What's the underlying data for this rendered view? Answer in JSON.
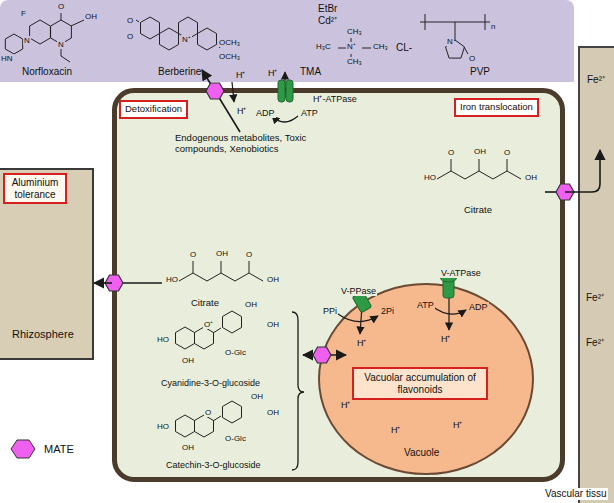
{
  "diagram": {
    "nodes": [
      {
        "text": [
          "Norfloxacin",
          "Berberine",
          "EtBr",
          "Cd²⁺",
          "TMA",
          "CL-",
          "PVP"
        ]
      },
      {
        "text": [
          "Endogenous metabolites, Toxic compounds, Xenobiotics"
        ]
      },
      {
        "text": [
          "Detoxification"
        ],
        "in": 1
      },
      {
        "text": [
          "Iron translocation"
        ],
        "in": 1
      },
      {
        "text": [
          "Vacuole"
        ],
        "in": 1
      },
      {
        "text": [
          "Vacuolar accumulation of flavonoids"
        ],
        "in": 4
      },
      {
        "text": [
          "Rhizosphere"
        ]
      },
      {
        "text": [
          "Aluminium tolerance"
        ],
        "in": 6
      },
      {
        "text": [
          "Fe²⁺",
          "Fe²⁺",
          "Fe²⁺",
          "Vascular tissu"
        ]
      }
    ],
    "edges": [
      {
        "from": 1,
        "to": 6,
        "arrow": "to"
      },
      {
        "from": 1,
        "to": 8,
        "arrow": "to"
      }
    ],
    "labels": [
      "F",
      "O",
      "OH",
      "HN",
      "N",
      "N",
      "O",
      "O",
      "N⁺",
      "OCH₃",
      "OCH₃",
      "CH₃",
      "H₃C",
      "N⁺",
      "CH₃",
      "CH₃",
      "N",
      "O",
      "n",
      "H⁺",
      "H⁺",
      "H⁺-ATPase",
      "H⁺",
      "ADP",
      "ATP",
      "HO",
      "O",
      "OH",
      "O",
      "OH",
      "Citrate",
      "HO",
      "O",
      "OH",
      "O",
      "OH",
      "Citrate",
      "HO",
      "OH",
      "O⁺",
      "O-Glc",
      "OH",
      "OH",
      "Cyanidine-3-O-glucoside",
      "HO",
      "OH",
      "O",
      "O-Glc",
      "OH",
      "OH",
      "Catechin-3-O-glucoside",
      "V-PPase",
      "PPi",
      "2Pi",
      "H⁺",
      "V-ATPase",
      "ATP",
      "ADP",
      "H⁺",
      "H⁺",
      "H⁺",
      "H⁺"
    ],
    "legend": [
      {
        "text": "MATE",
        "color": "#f060f0"
      }
    ]
  }
}
